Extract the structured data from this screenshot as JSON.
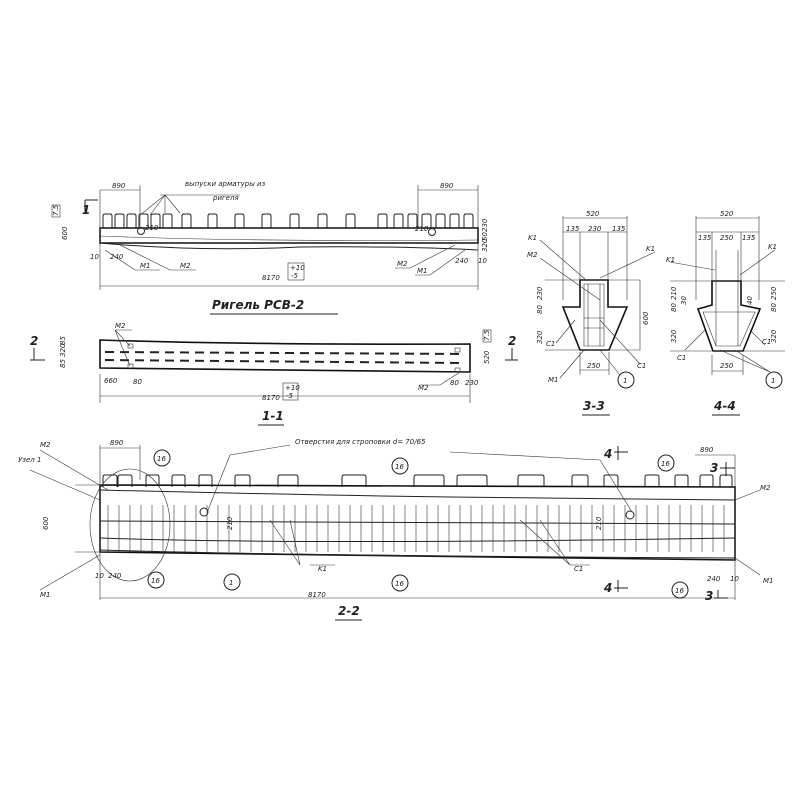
{
  "elevation": {
    "title": "Ригель РСВ-2",
    "note_line1": "выпуски арматуры из",
    "note_line2": "ригеля",
    "dim_890_left": "890",
    "dim_890_right": "890",
    "dim_210_left": "210",
    "dim_210_right": "210",
    "dim_600": "600",
    "mark_75": "7.5",
    "dim_10_left": "10",
    "dim_240_left": "240",
    "dim_10_right": "10",
    "dim_240_right": "240",
    "dim_230": "230",
    "dim_50": "50",
    "dim_320": "320",
    "length": "8170",
    "tol_plus": "+10",
    "tol_minus": "-5",
    "m1_left": "M1",
    "m2_left": "M2",
    "m1_right": "M1",
    "m2_right": "M2",
    "cut_mark": "1"
  },
  "section_1_1": {
    "title": "1-1",
    "m2_top": "M2",
    "m2_bottom": "M2",
    "dim_85a": "85",
    "dim_320": "320",
    "dim_85b": "85",
    "dim_660": "660",
    "dim_80_left": "80",
    "dim_80_right": "80",
    "dim_230": "230",
    "dim_520": "520",
    "mark_75": "7.5",
    "length": "8170",
    "tol_plus": "+10",
    "tol_minus": "-5",
    "cut_mark": "2"
  },
  "section_3_3": {
    "title": "3-3",
    "dim_520": "520",
    "dim_135a": "135",
    "dim_230": "230",
    "dim_135b": "135",
    "k1_left": "K1",
    "k1_right": "K1",
    "m2": "M2",
    "m1": "M1",
    "dim_230v": "230",
    "dim_80v": "80",
    "dim_320v": "320",
    "dim_600": "600",
    "c1_left": "C1",
    "c1_right": "C1",
    "dim_250": "250",
    "pos_1": "1"
  },
  "section_4_4": {
    "title": "4-4",
    "dim_520": "520",
    "dim_135a": "135",
    "dim_250": "250",
    "dim_135b": "135",
    "k1_left": "K1",
    "k1_right": "K1",
    "dim_210": "210",
    "dim_80": "80",
    "dim_30": "30",
    "dim_40": "40",
    "dim_250v": "250",
    "dim_80r": "80",
    "dim_320": "320",
    "dim_320r": "320",
    "c1_left": "C1",
    "c1_right": "C1",
    "dim_250b": "250",
    "pos_1": "1"
  },
  "section_2_2": {
    "title": "2-2",
    "note": "Отверстия для строповки   d= 70/65",
    "node": "Узел 1",
    "m2_left": "M2",
    "m1_left": "M1",
    "m2_right": "M2",
    "m1_right": "M1",
    "dim_890_left": "890",
    "dim_890_right": "890",
    "dim_600": "600",
    "dim_240_left": "240",
    "dim_10_left": "10",
    "dim_240_right": "240",
    "dim_10_right": "10",
    "dim_210_left": "210",
    "dim_210_right": "210",
    "length": "8170",
    "k1": "K1",
    "c1": "C1",
    "pos_1": "1",
    "pos_16": [
      "16",
      "16",
      "16",
      "16",
      "16",
      "16"
    ],
    "cut_3": "3",
    "cut_4": "4"
  }
}
